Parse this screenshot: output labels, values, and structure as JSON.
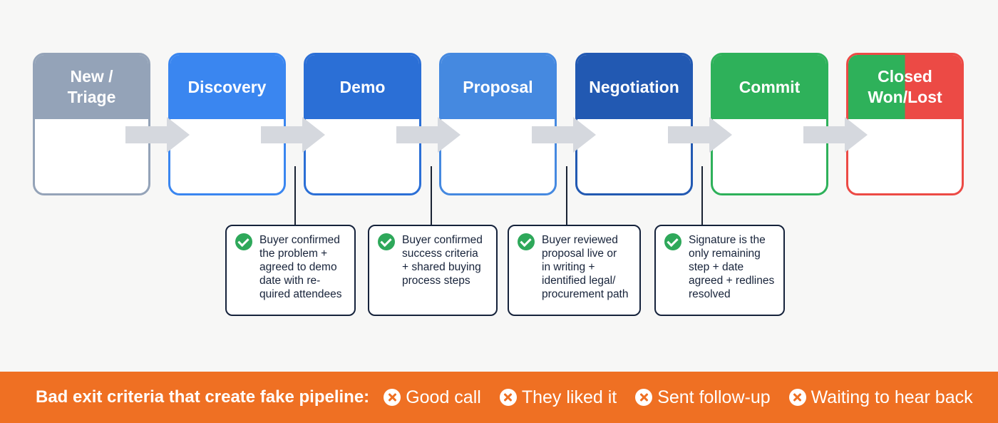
{
  "stages": [
    {
      "label": "New /\nTriage",
      "color": "#94a3b8"
    },
    {
      "label": "Discovery",
      "color": "#3a86f0"
    },
    {
      "label": "Demo",
      "color": "#2b6fd6"
    },
    {
      "label": "Proposal",
      "color": "#4589e0"
    },
    {
      "label": "Negotiation",
      "color": "#2259b2"
    },
    {
      "label": "Commit",
      "color": "#2eb15a"
    },
    {
      "label": "Closed\nWon/Lost",
      "color_won": "#2eb15a",
      "color_lost": "#ec4a45"
    }
  ],
  "exit_criteria": [
    {
      "text": "Buyer confirmed\nthe problem +\nagreed to demo\ndate with re-\nquired attendees",
      "icon": "check-icon",
      "color": "#2ea85a"
    },
    {
      "text": "Buyer confirmed\nsuccess criteria\n+ shared buying\nprocess steps",
      "icon": "check-icon",
      "color": "#2ea85a"
    },
    {
      "text": "Buyer reviewed\nproposal live or\nin writing +\nidentified legal/\nprocurement path",
      "icon": "check-icon",
      "color": "#2ea85a"
    },
    {
      "text": "Signature is the\nonly remaining\nstep + date\nagreed + redlines\nresolved",
      "icon": "check-icon",
      "color": "#2ea85a"
    }
  ],
  "footer": {
    "title": "Bad exit criteria that create fake pipeline:",
    "background": "#ef7023",
    "items": [
      {
        "label": "Good call",
        "icon": "x-circle-icon"
      },
      {
        "label": "They liked it",
        "icon": "x-circle-icon"
      },
      {
        "label": "Sent follow-up",
        "icon": "x-circle-icon"
      },
      {
        "label": "Waiting to hear back",
        "icon": "x-circle-icon"
      }
    ]
  }
}
